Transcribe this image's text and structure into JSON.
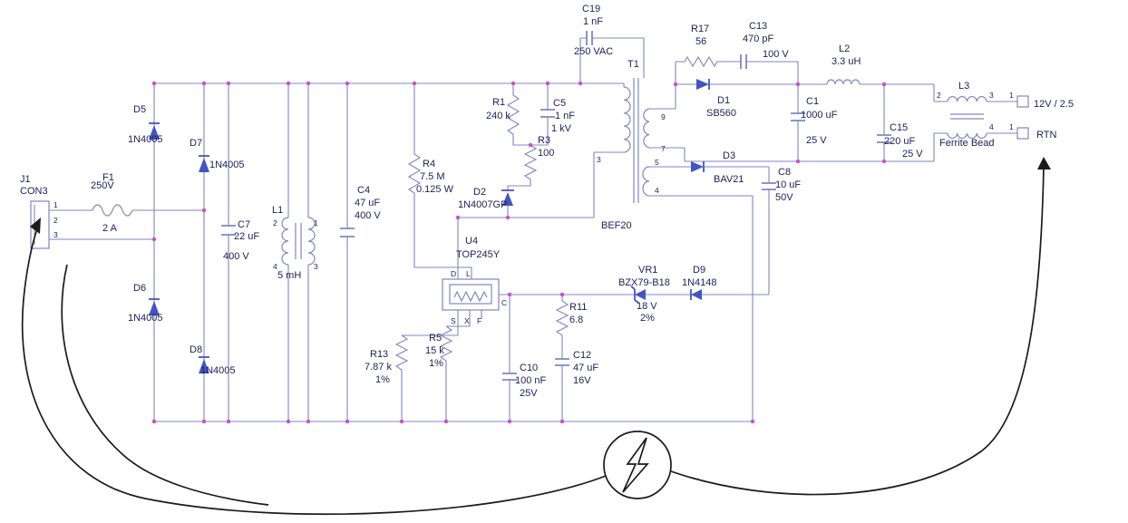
{
  "colors": {
    "wire": "#7f87c0",
    "text": "#1e1e56",
    "diode": "#4355c4",
    "junction": "#c94fc9",
    "annotation": "#1b1b1b"
  },
  "components": {
    "j1": {
      "ref": "J1",
      "value": "CON3",
      "pins": [
        "1",
        "2",
        "3"
      ]
    },
    "f1": {
      "ref": "F1",
      "voltage": "250V",
      "current": "2 A"
    },
    "d5": {
      "ref": "D5",
      "value": "1N4005"
    },
    "d6": {
      "ref": "D6",
      "value": "1N4005"
    },
    "d7": {
      "ref": "D7",
      "value": "1N4005"
    },
    "d8": {
      "ref": "D8",
      "value": "1N4005"
    },
    "c7": {
      "ref": "C7",
      "value": "22 uF",
      "voltage": "400 V"
    },
    "l1": {
      "ref": "L1",
      "value": "5 mH",
      "pins": {
        "p1": "1",
        "p2": "2",
        "p3": "3",
        "p4": "4"
      }
    },
    "c4": {
      "ref": "C4",
      "value": "47 uF",
      "voltage": "400 V"
    },
    "r4": {
      "ref": "R4",
      "value": "7.5 M",
      "power": "0.125 W"
    },
    "r1": {
      "ref": "R1",
      "value": "240 k"
    },
    "c5": {
      "ref": "C5",
      "value": "1 nF",
      "voltage": "1 kV"
    },
    "r3": {
      "ref": "R3",
      "value": "100"
    },
    "d2": {
      "ref": "D2",
      "value": "1N4007GP"
    },
    "c19": {
      "ref": "C19",
      "value": "1 nF",
      "voltage": "250 VAC"
    },
    "t1": {
      "ref": "T1",
      "value": "BEF20",
      "pins": {
        "p3": "3",
        "p4": "4",
        "p5": "5",
        "p7": "7",
        "p9": "9"
      }
    },
    "r17": {
      "ref": "R17",
      "value": "56"
    },
    "c13": {
      "ref": "C13",
      "value": "470 pF",
      "voltage": "100 V"
    },
    "d1": {
      "ref": "D1",
      "value": "SB560"
    },
    "c1": {
      "ref": "C1",
      "value": "1000 uF",
      "voltage": "25 V"
    },
    "l2": {
      "ref": "L2",
      "value": "3.3 uH"
    },
    "c15": {
      "ref": "C15",
      "value": "220 uF",
      "voltage": "25 V"
    },
    "l3": {
      "ref": "L3",
      "value": "Ferrite Bead",
      "pins_top": [
        "2",
        "3",
        "1"
      ],
      "pins_bottom": [
        "4",
        "1"
      ]
    },
    "d3": {
      "ref": "D3",
      "value": "BAV21"
    },
    "c8": {
      "ref": "C8",
      "value": "10 uF",
      "voltage": "50V"
    },
    "u4": {
      "ref": "U4",
      "value": "TOP245Y",
      "pins": {
        "d": "D",
        "l": "L",
        "c": "C",
        "s": "S",
        "x": "X",
        "f": "F"
      }
    },
    "r13": {
      "ref": "R13",
      "value": "7.87 k",
      "tolerance": "1%"
    },
    "r5": {
      "ref": "R5",
      "value": "15 k",
      "tolerance": "1%"
    },
    "c10": {
      "ref": "C10",
      "value": "100 nF",
      "voltage": "25V"
    },
    "r11": {
      "ref": "R11",
      "value": "6.8"
    },
    "c12": {
      "ref": "C12",
      "value": "47 uF",
      "voltage": "16V"
    },
    "vr1": {
      "ref": "VR1",
      "value": "BZX79-B18",
      "voltage": "18 V",
      "tolerance": "2%"
    },
    "d9": {
      "ref": "D9",
      "value": "1N4148"
    }
  },
  "outputs": {
    "out1": "12V / 2.5",
    "out2": "RTN"
  }
}
